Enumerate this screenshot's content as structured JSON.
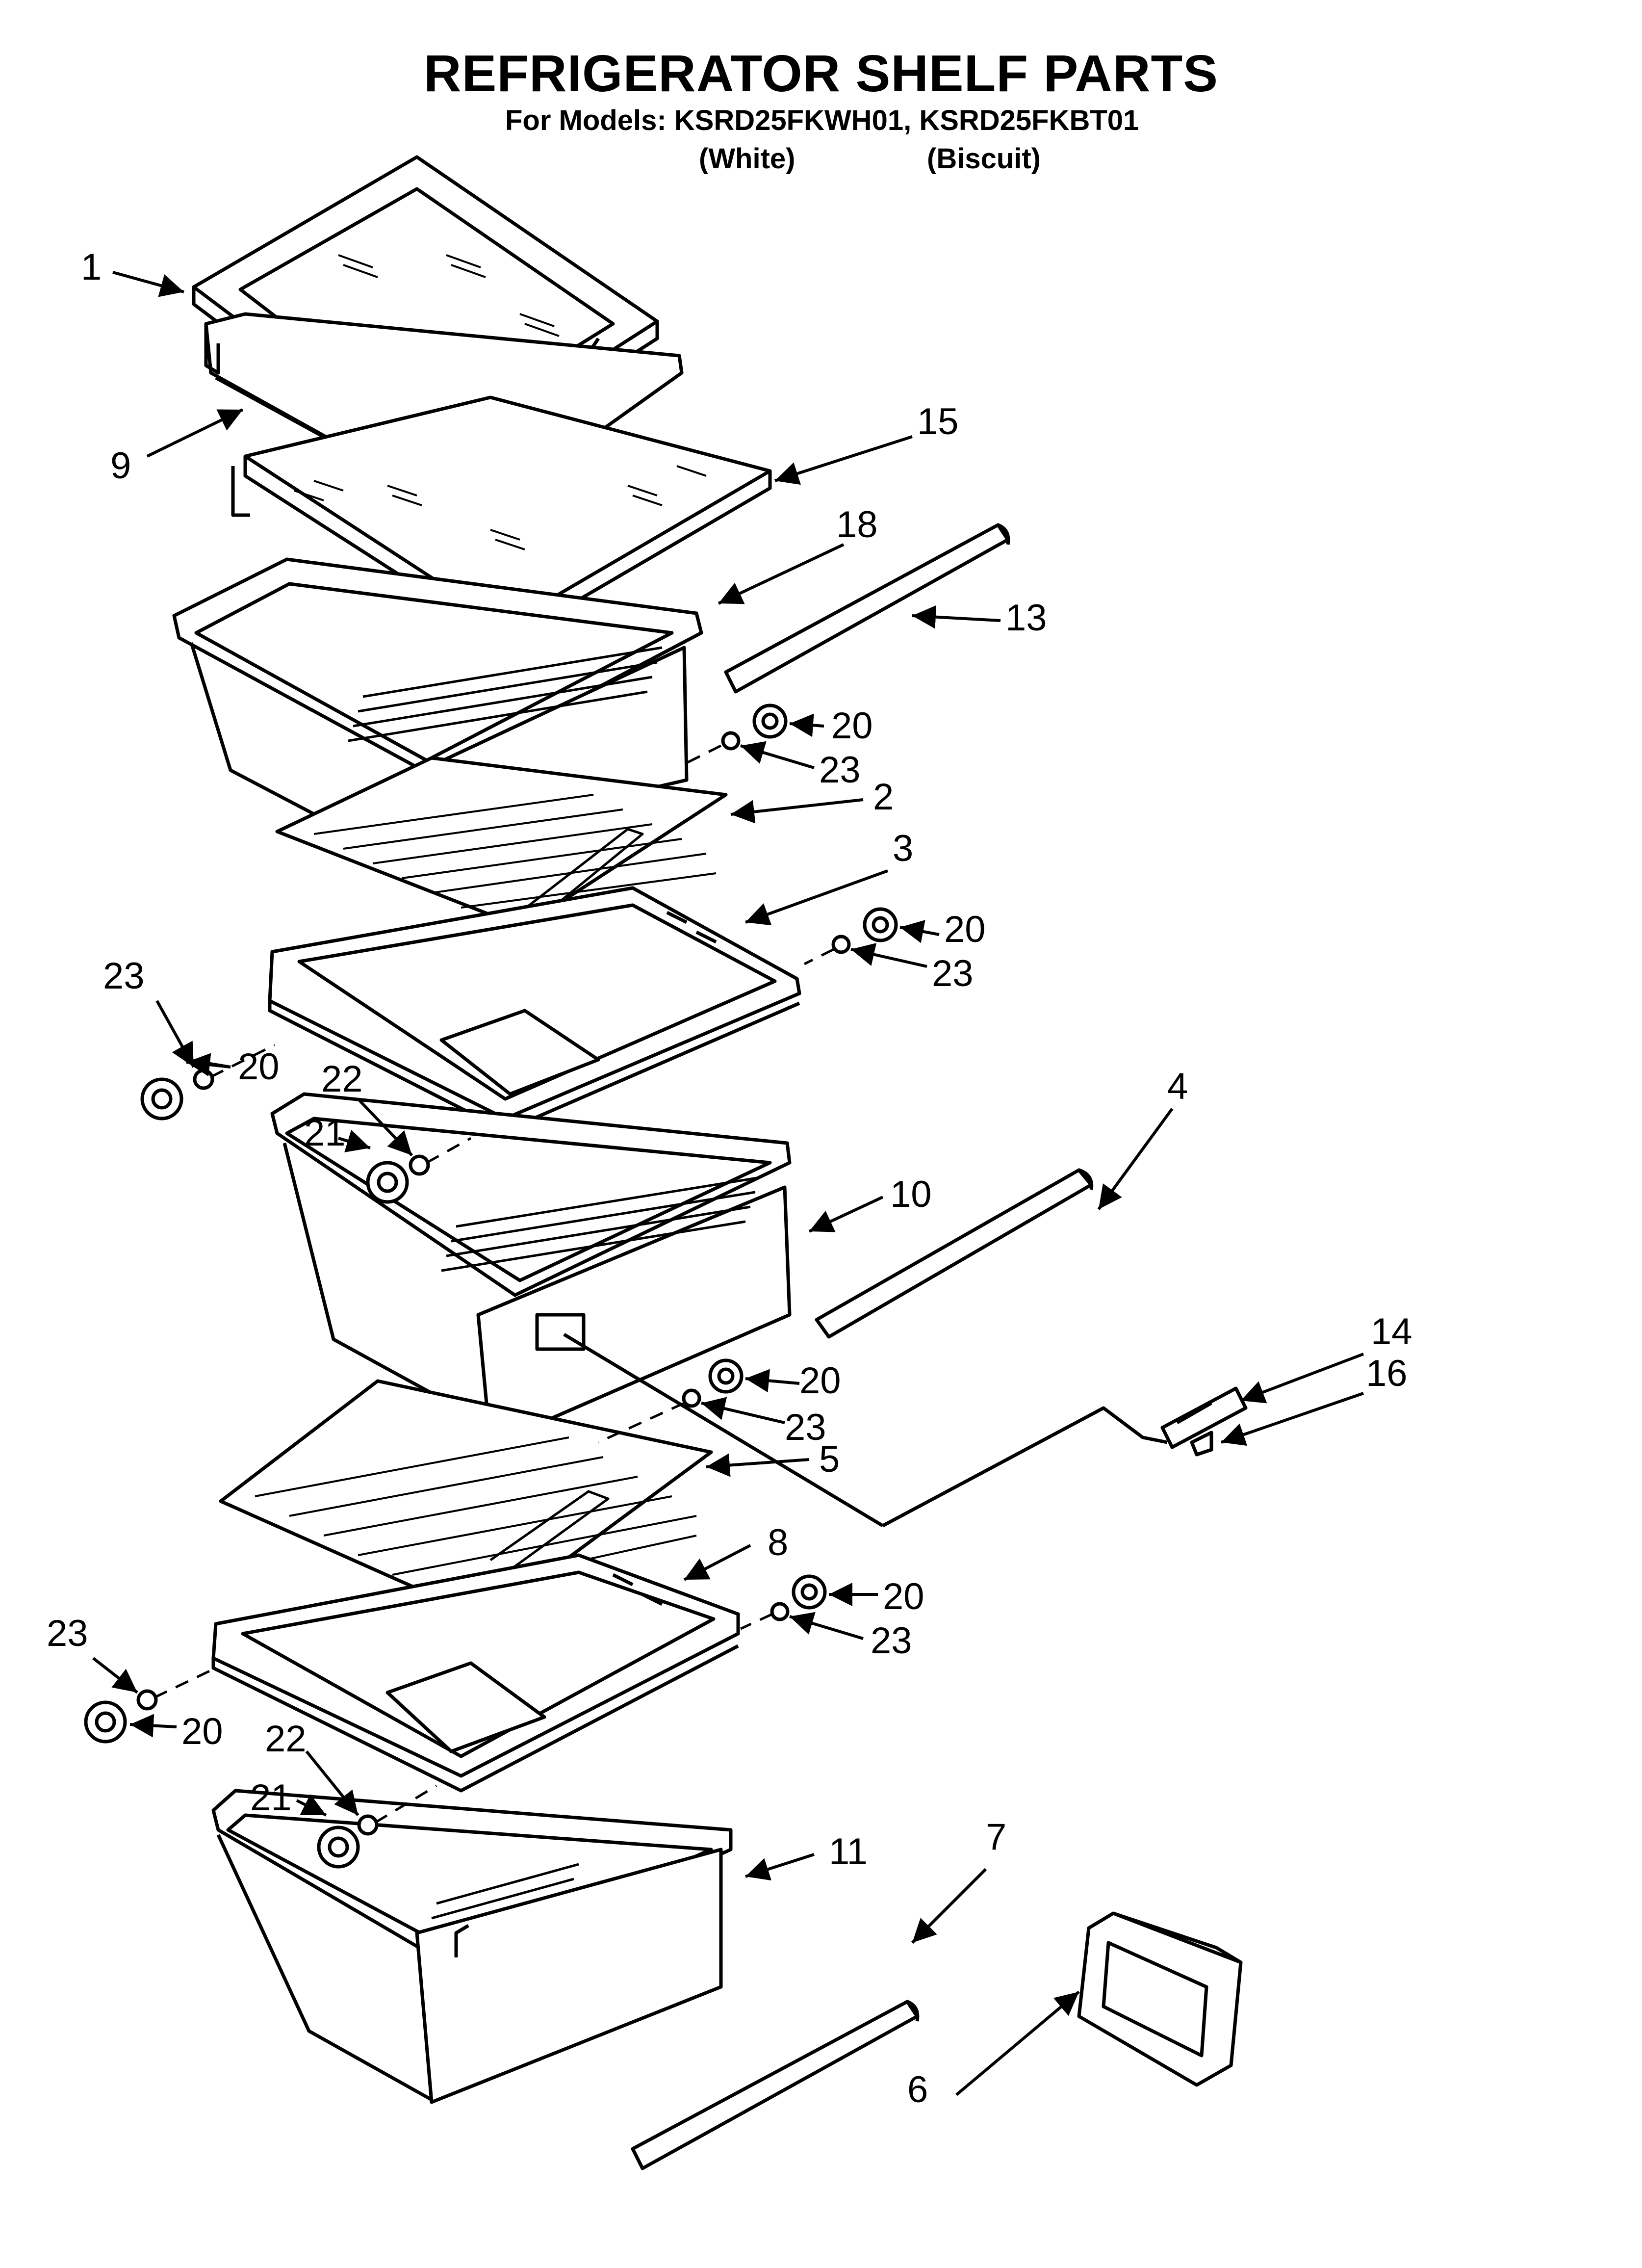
{
  "header": {
    "title": "REFRIGERATOR SHELF PARTS",
    "models_line": "For Models: KSRD25FKWH01, KSRD25FKBT01",
    "color_white": "(White)",
    "color_biscuit": "(Biscuit)"
  },
  "callouts": [
    "1",
    "9",
    "15",
    "18",
    "13",
    "20",
    "23",
    "2",
    "3",
    "20",
    "23",
    "23",
    "20",
    "22",
    "21",
    "4",
    "10",
    "14",
    "16",
    "20",
    "23",
    "5",
    "8",
    "20",
    "23",
    "23",
    "20",
    "22",
    "21",
    "11",
    "7",
    "6"
  ]
}
